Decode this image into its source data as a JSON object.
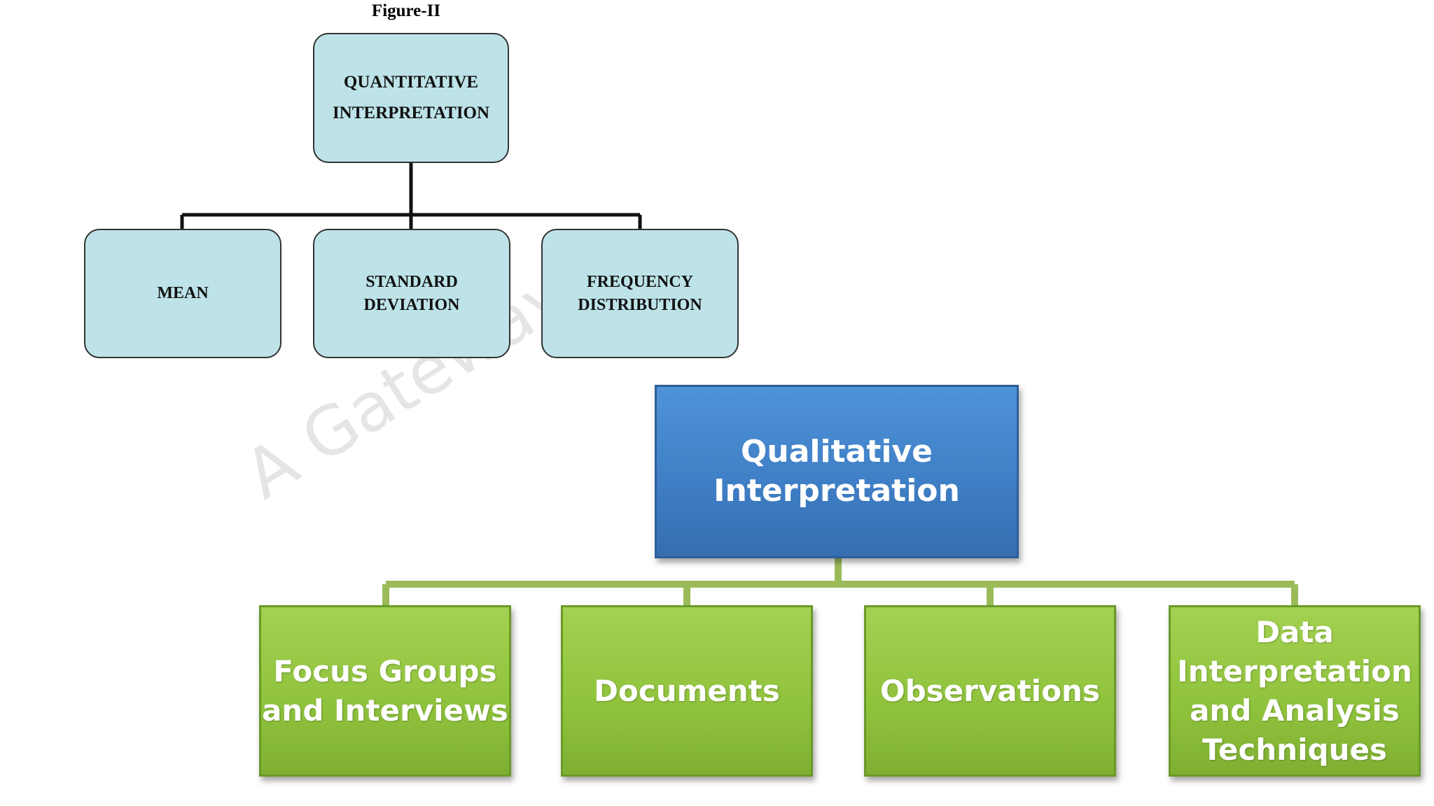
{
  "figure_caption": "Figure-II",
  "watermark_text": "A Gateway",
  "quantitative": {
    "root": [
      "QUANTITATIVE",
      "INTERPRETATION"
    ],
    "children": [
      [
        "MEAN"
      ],
      [
        "STANDARD",
        "DEVIATION"
      ],
      [
        "FREQUENCY",
        "DISTRIBUTION"
      ]
    ]
  },
  "qualitative": {
    "root": [
      "Qualitative",
      "Interpretation"
    ],
    "children": [
      [
        "Focus Groups",
        "and Interviews"
      ],
      [
        "Documents"
      ],
      [
        "Observations"
      ],
      [
        "Data",
        "Interpretation",
        "and Analysis",
        "Techniques"
      ]
    ]
  },
  "colors": {
    "quant_box_fill": "#bde3e8",
    "quant_box_border": "#333333",
    "quant_connector": "#111111",
    "qual_root_fill": "#4a8ad4",
    "qual_child_fill": "#92c43e",
    "qual_connector": "#9bbb59"
  }
}
